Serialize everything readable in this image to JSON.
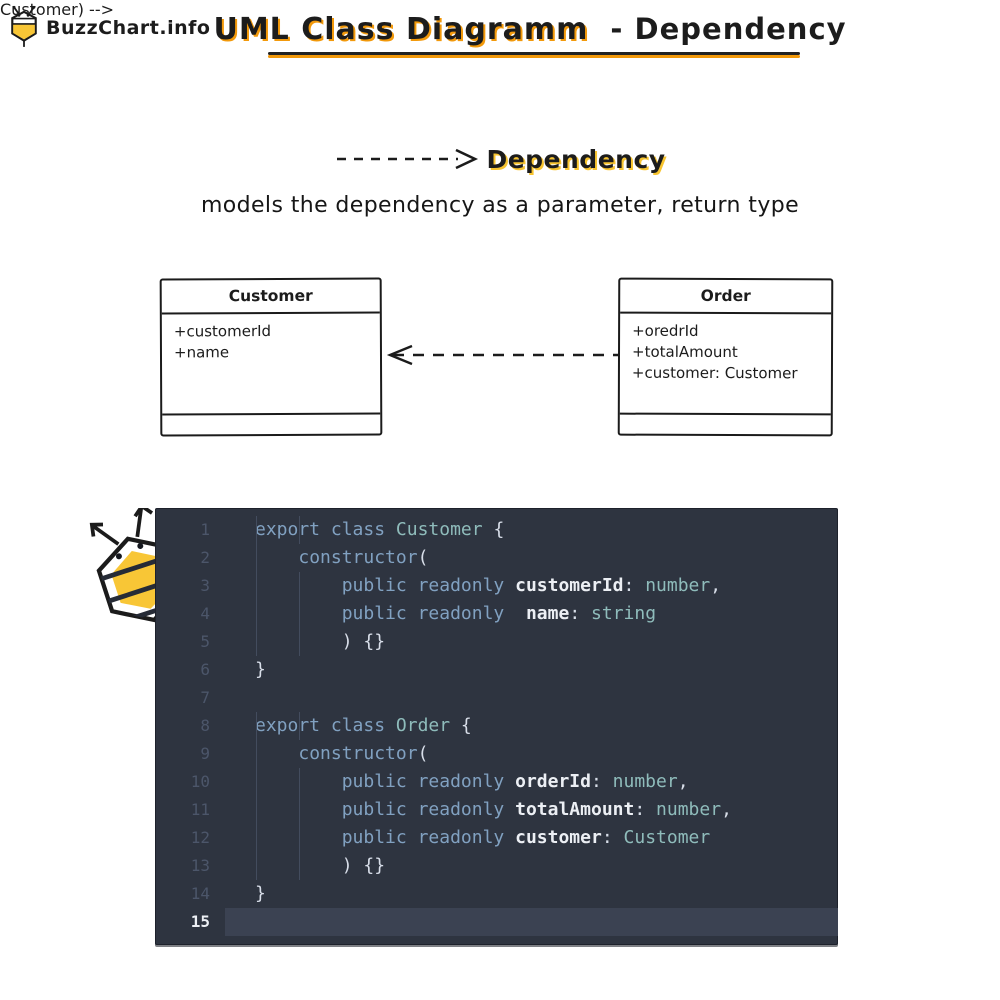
{
  "brand": {
    "name": "BuzzChart.info",
    "icon": "bee-icon"
  },
  "title": {
    "highlight": "UML Class Diagramm",
    "rest": "- Dependency"
  },
  "legend": {
    "label": "Dependency",
    "icon": "dashed-arrow-right-icon"
  },
  "subtitle": "models the dependency as a parameter, return type",
  "uml": {
    "classes": [
      {
        "name": "Customer",
        "attributes": [
          "+customerId",
          "+name"
        ],
        "methods": []
      },
      {
        "name": "Order",
        "attributes": [
          "+oredrId",
          "+totalAmount",
          "+customer: Customer"
        ],
        "methods": []
      }
    ],
    "relation": {
      "type": "dependency",
      "from": "Order",
      "to": "Customer",
      "icon": "dashed-arrow-left-icon"
    }
  },
  "editor": {
    "language": "typescript",
    "active_line": 15,
    "colors": {
      "background": "#2E3440",
      "current_line": "#3B4252",
      "line_number": "#4C566A",
      "line_number_active": "#ECEFF4",
      "keyword": "#81A1C1",
      "type": "#8FBCBB",
      "variable": "#ECEFF4",
      "punctuation": "#D8DEE9",
      "indent_guide": "#434C5E"
    },
    "lines": [
      {
        "n": 1,
        "tokens": [
          {
            "t": "export",
            "c": "kw"
          },
          {
            "t": " ",
            "c": "pln"
          },
          {
            "t": "class",
            "c": "kw"
          },
          {
            "t": " ",
            "c": "pln"
          },
          {
            "t": "Customer",
            "c": "type"
          },
          {
            "t": " {",
            "c": "pun"
          }
        ]
      },
      {
        "n": 2,
        "tokens": [
          {
            "t": "    ",
            "c": "pln"
          },
          {
            "t": "constructor",
            "c": "kw"
          },
          {
            "t": "(",
            "c": "pun"
          }
        ]
      },
      {
        "n": 3,
        "tokens": [
          {
            "t": "        ",
            "c": "pln"
          },
          {
            "t": "public",
            "c": "kw"
          },
          {
            "t": " ",
            "c": "pln"
          },
          {
            "t": "readonly",
            "c": "kw"
          },
          {
            "t": " ",
            "c": "pln"
          },
          {
            "t": "customerId",
            "c": "var"
          },
          {
            "t": ":",
            "c": "pun"
          },
          {
            "t": " ",
            "c": "pln"
          },
          {
            "t": "number",
            "c": "type"
          },
          {
            "t": ",",
            "c": "pun"
          }
        ]
      },
      {
        "n": 4,
        "tokens": [
          {
            "t": "        ",
            "c": "pln"
          },
          {
            "t": "public",
            "c": "kw"
          },
          {
            "t": " ",
            "c": "pln"
          },
          {
            "t": "readonly",
            "c": "kw"
          },
          {
            "t": "  ",
            "c": "pln"
          },
          {
            "t": "name",
            "c": "var"
          },
          {
            "t": ":",
            "c": "pun"
          },
          {
            "t": " ",
            "c": "pln"
          },
          {
            "t": "string",
            "c": "type"
          }
        ]
      },
      {
        "n": 5,
        "tokens": [
          {
            "t": "        ",
            "c": "pln"
          },
          {
            "t": ") {}",
            "c": "pun"
          }
        ]
      },
      {
        "n": 6,
        "tokens": [
          {
            "t": "}",
            "c": "pun"
          }
        ]
      },
      {
        "n": 7,
        "tokens": []
      },
      {
        "n": 8,
        "tokens": [
          {
            "t": "export",
            "c": "kw"
          },
          {
            "t": " ",
            "c": "pln"
          },
          {
            "t": "class",
            "c": "kw"
          },
          {
            "t": " ",
            "c": "pln"
          },
          {
            "t": "Order",
            "c": "type"
          },
          {
            "t": " {",
            "c": "pun"
          }
        ]
      },
      {
        "n": 9,
        "tokens": [
          {
            "t": "    ",
            "c": "pln"
          },
          {
            "t": "constructor",
            "c": "kw"
          },
          {
            "t": "(",
            "c": "pun"
          }
        ]
      },
      {
        "n": 10,
        "tokens": [
          {
            "t": "        ",
            "c": "pln"
          },
          {
            "t": "public",
            "c": "kw"
          },
          {
            "t": " ",
            "c": "pln"
          },
          {
            "t": "readonly",
            "c": "kw"
          },
          {
            "t": " ",
            "c": "pln"
          },
          {
            "t": "orderId",
            "c": "var"
          },
          {
            "t": ":",
            "c": "pun"
          },
          {
            "t": " ",
            "c": "pln"
          },
          {
            "t": "number",
            "c": "type"
          },
          {
            "t": ",",
            "c": "pun"
          }
        ]
      },
      {
        "n": 11,
        "tokens": [
          {
            "t": "        ",
            "c": "pln"
          },
          {
            "t": "public",
            "c": "kw"
          },
          {
            "t": " ",
            "c": "pln"
          },
          {
            "t": "readonly",
            "c": "kw"
          },
          {
            "t": " ",
            "c": "pln"
          },
          {
            "t": "totalAmount",
            "c": "var"
          },
          {
            "t": ":",
            "c": "pun"
          },
          {
            "t": " ",
            "c": "pln"
          },
          {
            "t": "number",
            "c": "type"
          },
          {
            "t": ",",
            "c": "pun"
          }
        ]
      },
      {
        "n": 12,
        "tokens": [
          {
            "t": "        ",
            "c": "pln"
          },
          {
            "t": "public",
            "c": "kw"
          },
          {
            "t": " ",
            "c": "pln"
          },
          {
            "t": "readonly",
            "c": "kw"
          },
          {
            "t": " ",
            "c": "pln"
          },
          {
            "t": "customer",
            "c": "var"
          },
          {
            "t": ":",
            "c": "pun"
          },
          {
            "t": " ",
            "c": "pln"
          },
          {
            "t": "Customer",
            "c": "type"
          }
        ]
      },
      {
        "n": 13,
        "tokens": [
          {
            "t": "        ",
            "c": "pln"
          },
          {
            "t": ") {}",
            "c": "pun"
          }
        ]
      },
      {
        "n": 14,
        "tokens": [
          {
            "t": "}",
            "c": "pun"
          }
        ]
      },
      {
        "n": 15,
        "tokens": []
      }
    ]
  },
  "colors": {
    "accent_orange": "#F2990B",
    "accent_yellow": "#F7C430",
    "bee_yellow": "#F8C636",
    "ink": "#1b1b1b"
  }
}
